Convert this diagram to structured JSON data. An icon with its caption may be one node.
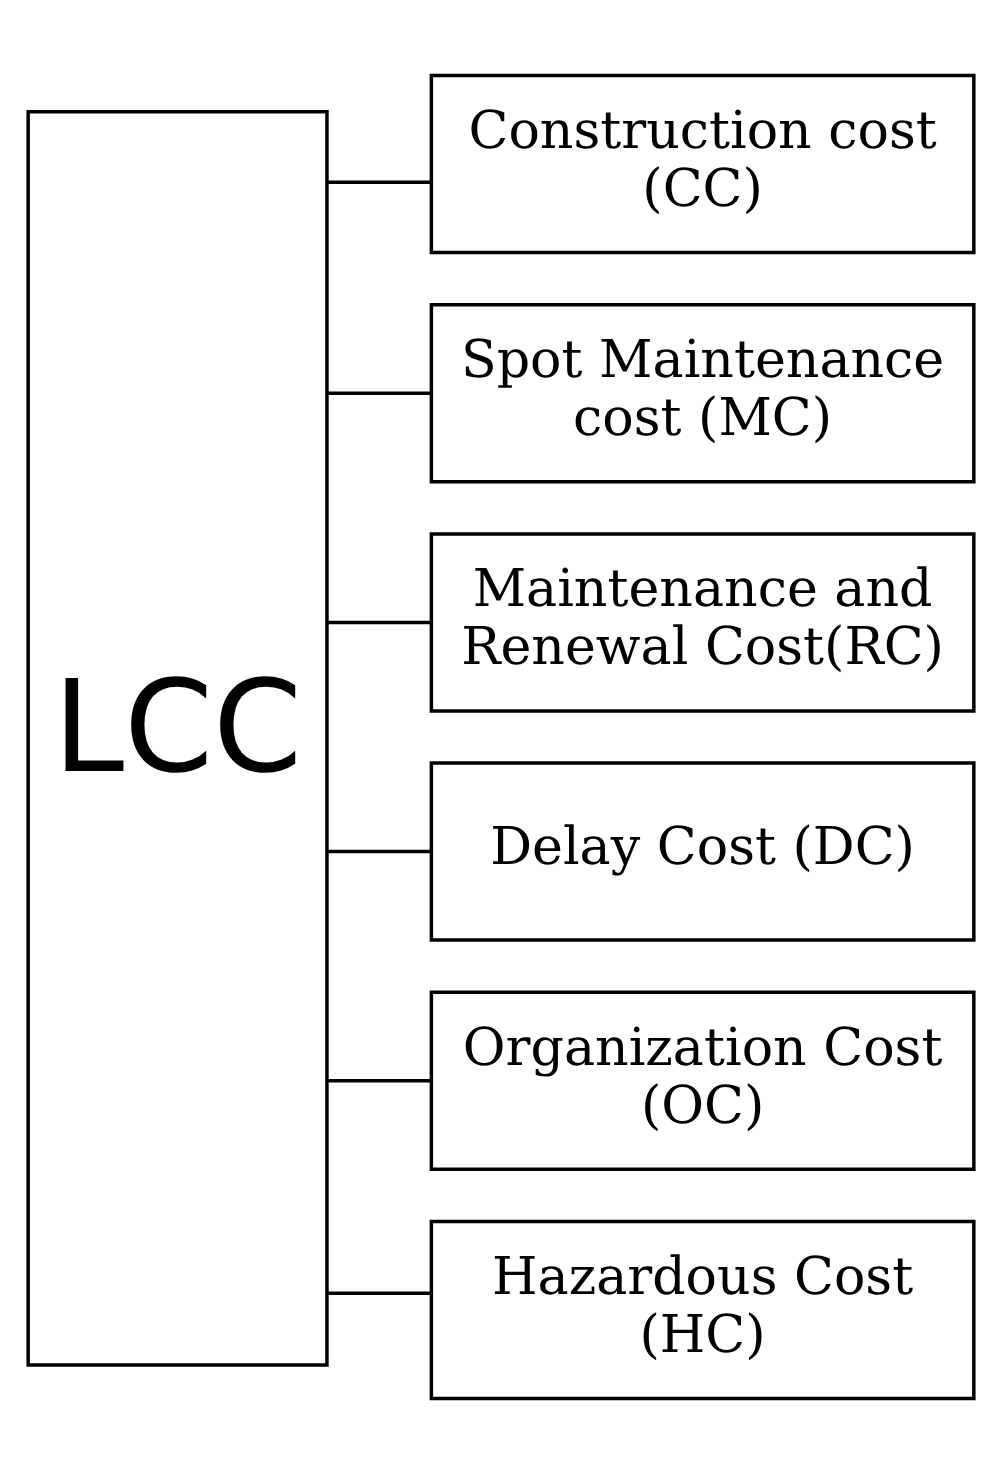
{
  "diagram": {
    "nodes": [
      {
        "text": [
          "LCC"
        ]
      },
      {
        "text": [
          "Construction cost (CC)"
        ]
      },
      {
        "text": [
          "Spot Maintenance cost (MC)"
        ]
      },
      {
        "text": [
          "Maintenance and Renewal Cost(RC)"
        ]
      },
      {
        "text": [
          "Delay Cost (DC)"
        ]
      },
      {
        "text": [
          "Organization Cost (OC)"
        ]
      },
      {
        "text": [
          "Hazardous Cost (HC)"
        ]
      }
    ],
    "edges": [
      {
        "from": 0,
        "to": 1,
        "arrow": "none"
      },
      {
        "from": 0,
        "to": 2,
        "arrow": "none"
      },
      {
        "from": 0,
        "to": 3,
        "arrow": "none"
      },
      {
        "from": 0,
        "to": 4,
        "arrow": "none"
      },
      {
        "from": 0,
        "to": 5,
        "arrow": "none"
      },
      {
        "from": 0,
        "to": 6,
        "arrow": "none"
      }
    ]
  }
}
